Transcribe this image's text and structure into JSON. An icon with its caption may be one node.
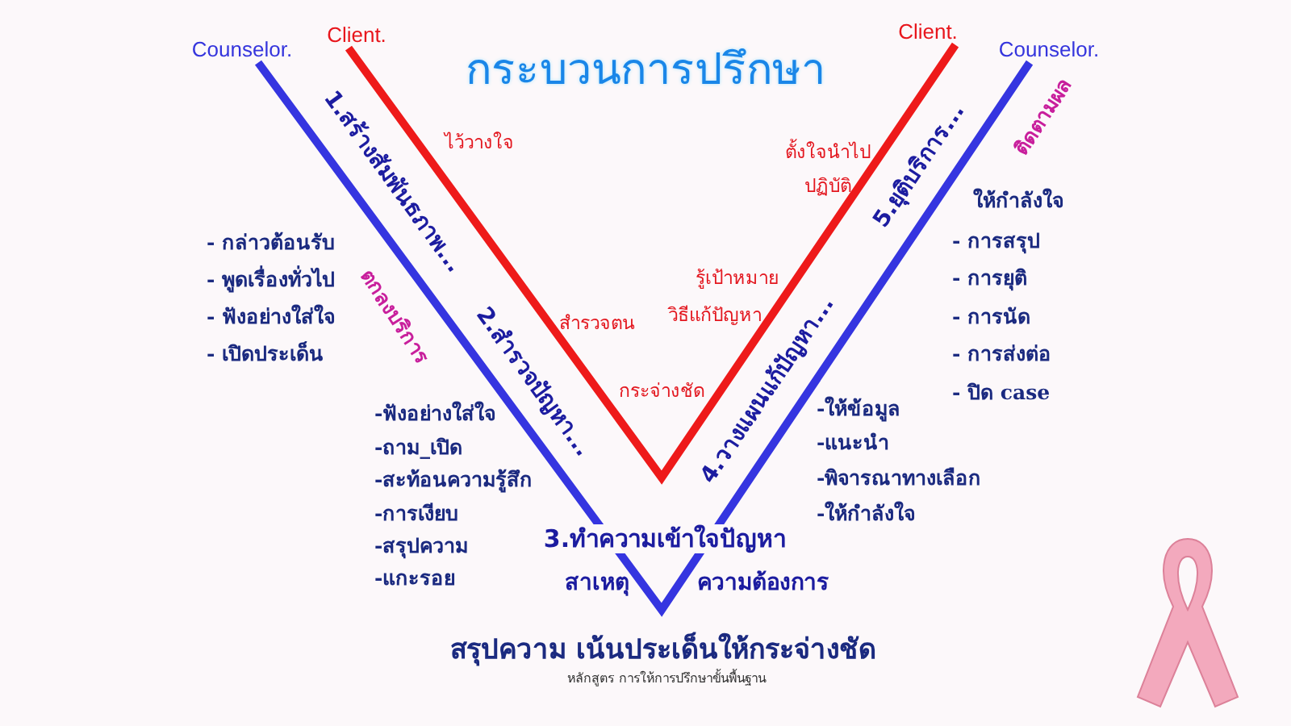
{
  "diagram": {
    "title": "กระบวนการปรึกษา",
    "caption": "หลักสูตร การให้การปรึกษาขั้นพื้นฐาน",
    "nodes": [
      {
        "text": [
          "Counselor."
        ]
      },
      {
        "text": [
          "Client."
        ]
      },
      {
        "text": [
          "Client."
        ]
      },
      {
        "text": [
          "Counselor."
        ]
      }
    ],
    "edges": [
      {
        "from": 0,
        "to": 3,
        "arrow": "none",
        "color": "#3535e0"
      },
      {
        "from": 1,
        "to": 2,
        "arrow": "none",
        "color": "#ee1a1a"
      }
    ],
    "labels": [
      "1.สร้างสัมพันธภาพ...",
      "ไว้วางใจ",
      "ตั้งใจนำไป",
      "ปฏิบัติ",
      "5.ยุติบริการ...",
      "ติดตามผล",
      "ให้กำลังใจ",
      "- กล่าวต้อนรับ",
      "- พูดเรื่องทั่วไป",
      "- ฟังอย่างใส่ใจ",
      "- เปิดประเด็น",
      "ตกลงบริการ",
      "- การสรุป",
      "- การยุติ",
      "- การนัด",
      "- การส่งต่อ",
      "- ปิด case",
      "รู้เป้าหมาย",
      "วิธีแก้ปัญหา",
      "สำรวจตน",
      "2.สำรวจปัญหา...",
      "4.วางแผนแก้ปัญหา...",
      "กระจ่างชัด",
      "-ฟังอย่างใส่ใจ",
      "-ถาม_เปิด",
      "-สะท้อนความรู้สึก",
      "-การเงียบ",
      "-สรุปความ",
      "-แกะรอย",
      "-ให้ข้อมูล",
      "-แนะนำ",
      "-พิจารณาทางเลือก",
      "-ให้กำลังใจ",
      "3.ทำความเข้าใจปัญหา",
      "สาเหตุ",
      "ความต้องการ",
      "สรุปความ เน้นประเด็นให้กระจ่างชัด"
    ]
  }
}
